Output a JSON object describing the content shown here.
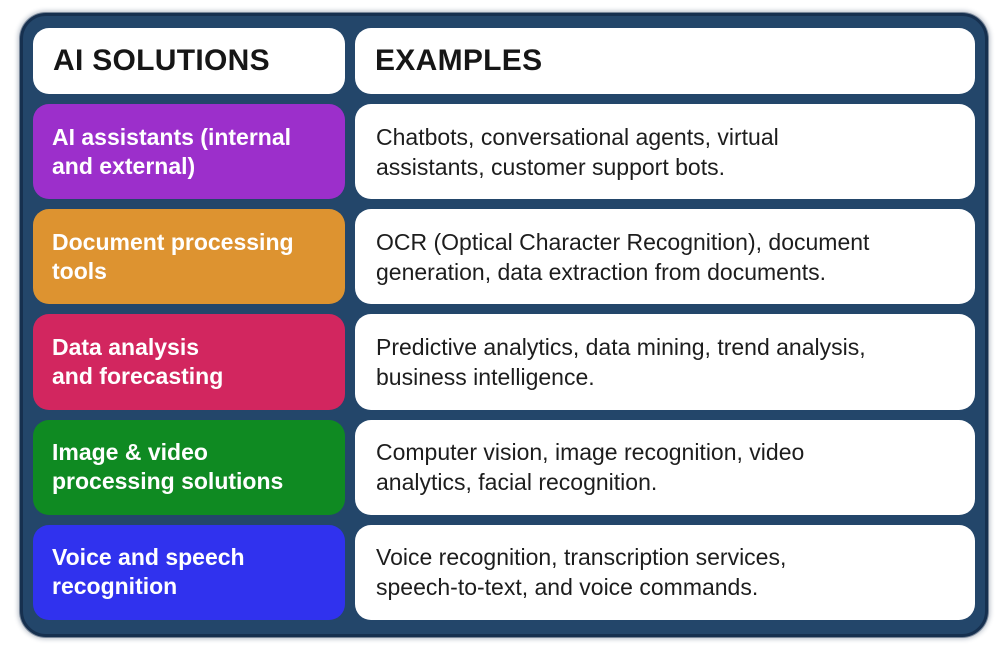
{
  "table": {
    "headers": [
      "AI SOLUTIONS",
      "EXAMPLES"
    ],
    "rows": [
      {
        "solution": "AI assistants (internal\nand external)",
        "example": "Chatbots, conversational agents, virtual\nassistants, customer support bots.",
        "color": "#9C2FCB"
      },
      {
        "solution": "Document processing\ntools",
        "example": "OCR (Optical Character Recognition), document\ngeneration, data extraction from documents.",
        "color": "#DD9330"
      },
      {
        "solution": "Data analysis\nand forecasting",
        "example": "Predictive analytics, data mining, trend analysis,\nbusiness intelligence.",
        "color": "#D2265F"
      },
      {
        "solution": "Image & video\nprocessing solutions",
        "example": "Computer vision, image recognition, video\nanalytics, facial recognition.",
        "color": "#0F8A22"
      },
      {
        "solution": "Voice and speech\nrecognition",
        "example": "Voice recognition, transcription services,\nspeech-to-text, and voice commands.",
        "color": "#3032EE"
      }
    ]
  },
  "theme": {
    "frame_color": "#23466A",
    "frame_outline_color": "#16304F",
    "cell_background": "#FFFFFF",
    "header_text_color": "#161616",
    "body_text_color": "#1D1D1D",
    "label_text_color": "#FFFFFF"
  }
}
